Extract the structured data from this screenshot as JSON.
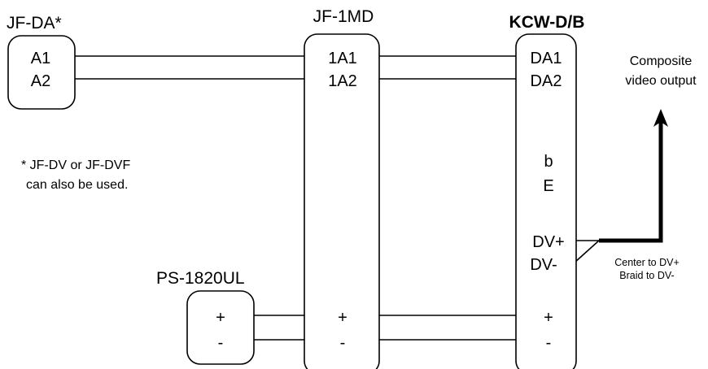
{
  "devices": {
    "jf_da": {
      "title": "JF-DA*",
      "terminals": [
        "A1",
        "A2"
      ]
    },
    "jf_1md": {
      "title": "JF-1MD",
      "terminals": [
        "1A1",
        "1A2",
        "+",
        "-"
      ]
    },
    "kcw": {
      "title": "KCW-D/B",
      "terminals": [
        "DA1",
        "DA2",
        "b",
        "E",
        "DV+",
        "DV-",
        "+",
        "-"
      ]
    },
    "ps": {
      "title": "PS-1820UL",
      "terminals": [
        "+",
        "-"
      ]
    }
  },
  "output": {
    "line1": "Composite",
    "line2": "video output"
  },
  "coax_note": {
    "line1": "Center to DV+",
    "line2": "Braid to DV-"
  },
  "footnote": {
    "line1": "* JF-DV or JF-DVF",
    "line2": "can also be used."
  }
}
